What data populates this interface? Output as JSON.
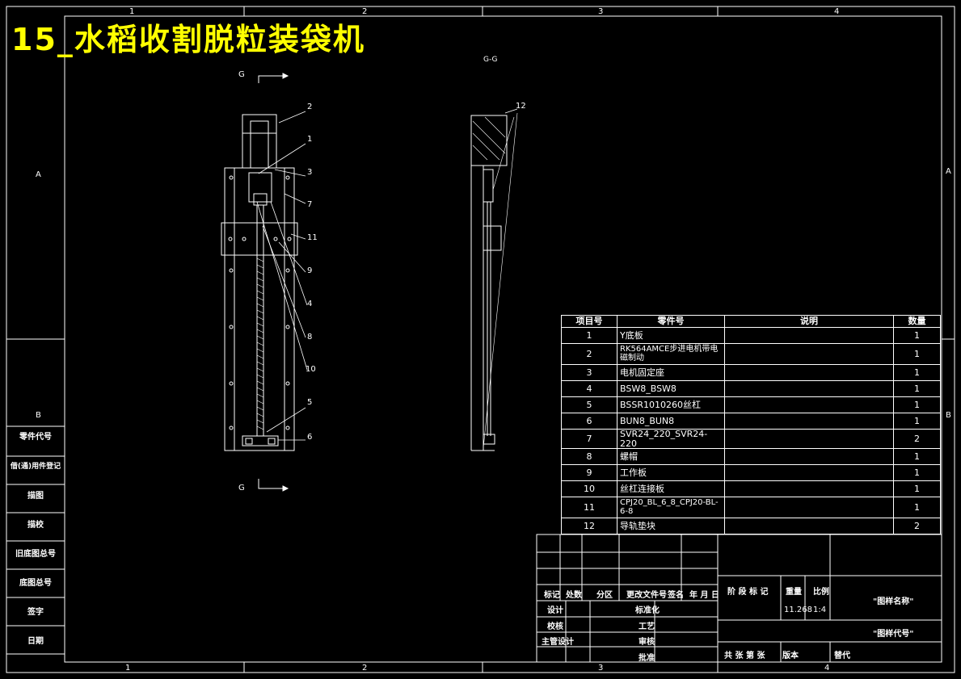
{
  "title": "15_水稻收割脱粒装袋机",
  "grid": {
    "top_cols": [
      "1",
      "2",
      "3",
      "4"
    ],
    "bottom_cols": [
      "1",
      "2",
      "3",
      "4"
    ],
    "rows_left": [
      "A",
      "B"
    ],
    "rows_right": [
      "A",
      "B"
    ]
  },
  "views": {
    "section_label_left_top": "G",
    "section_label_left_bottom": "G",
    "section_view_title": "G-G",
    "callouts_front": [
      "2",
      "1",
      "3",
      "7",
      "11",
      "9",
      "4",
      "8",
      "10",
      "5",
      "6"
    ],
    "callouts_side": [
      "12"
    ]
  },
  "bom": {
    "headers": [
      "项目号",
      "零件号",
      "说明",
      "数量"
    ],
    "rows": [
      {
        "no": "1",
        "part": "Y底板",
        "desc": "",
        "qty": "1"
      },
      {
        "no": "2",
        "part": "RK564AMCE步进电机带电磁制动",
        "desc": "",
        "qty": "1"
      },
      {
        "no": "3",
        "part": "电机固定座",
        "desc": "",
        "qty": "1"
      },
      {
        "no": "4",
        "part": "BSW8_BSW8",
        "desc": "",
        "qty": "1"
      },
      {
        "no": "5",
        "part": "BSSR1010260丝杠",
        "desc": "",
        "qty": "1"
      },
      {
        "no": "6",
        "part": "BUN8_BUN8",
        "desc": "",
        "qty": "1"
      },
      {
        "no": "7",
        "part": "SVR24_220_SVR24-220",
        "desc": "",
        "qty": "2"
      },
      {
        "no": "8",
        "part": "螺帽",
        "desc": "",
        "qty": "1"
      },
      {
        "no": "9",
        "part": "工作板",
        "desc": "",
        "qty": "1"
      },
      {
        "no": "10",
        "part": "丝杠连接板",
        "desc": "",
        "qty": "1"
      },
      {
        "no": "11",
        "part": "CPJ20_BL_6_8_CPJ20-BL-6-8",
        "desc": "",
        "qty": "1"
      },
      {
        "no": "12",
        "part": "导轨垫块",
        "desc": "",
        "qty": "2"
      }
    ]
  },
  "left_strip": [
    "零件代号",
    "借(通)用件登记",
    "描图",
    "描校",
    "旧底图总号",
    "底图总号",
    "签字",
    "日期"
  ],
  "title_block": {
    "row_labels": [
      "标记",
      "处数",
      "分区",
      "更改文件号",
      "签名",
      "年 月 日"
    ],
    "design": "设计",
    "check": "校核",
    "chief": "主管设计",
    "standard": "标准化",
    "process": "工艺",
    "review": "审核",
    "approve": "批准",
    "stage": "阶 段 标 记",
    "weight_label": "重量",
    "scale_label": "比例",
    "weight": "11.268",
    "scale": "1:4",
    "drawing_name": "\"图样名称\"",
    "drawing_code": "\"图样代号\"",
    "sheets": "共  张 第  张",
    "version": "版本",
    "replace": "替代"
  }
}
